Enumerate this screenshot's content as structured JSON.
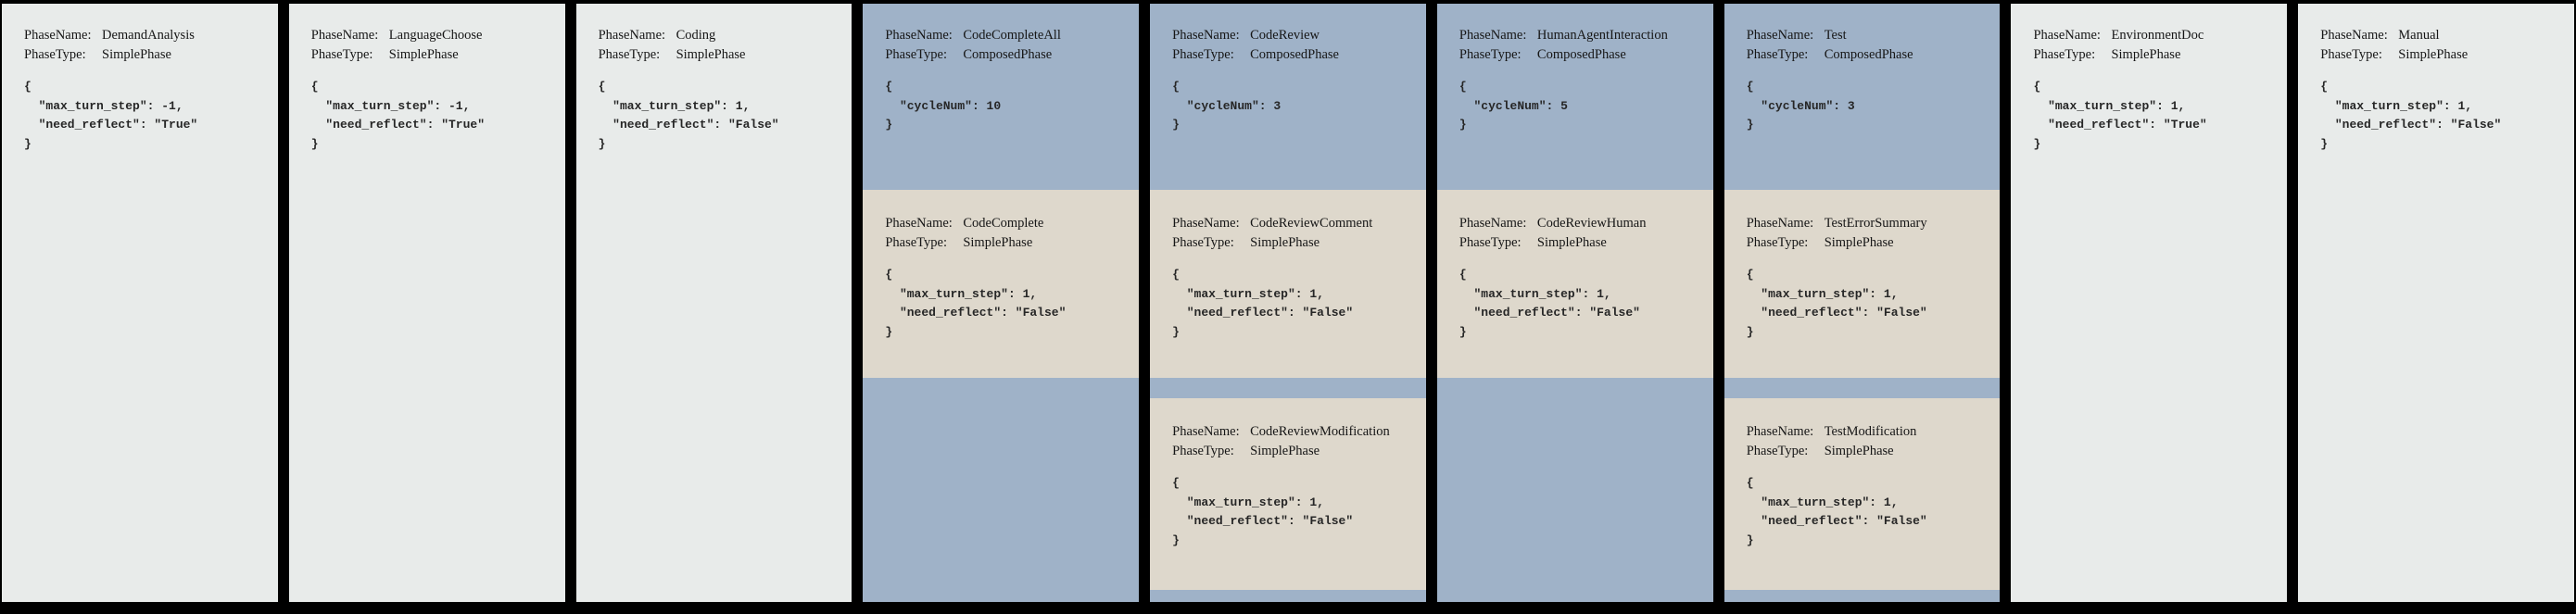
{
  "labels": {
    "phase_name": "PhaseName:",
    "phase_type": "PhaseType:"
  },
  "colors": {
    "frame_bg": "#000000",
    "simple_bg": "#e8ebea",
    "composed_bg": "#9fb2c8",
    "nested_bg": "#ded8cc",
    "text": "#161616"
  },
  "columns": [
    {
      "sections": [
        {
          "name": "DemandAnalysis",
          "phase_type": "SimplePhase",
          "config": [
            "{",
            "  \"max_turn_step\": -1,",
            "  \"need_reflect\": \"True\"",
            "}"
          ]
        }
      ]
    },
    {
      "sections": [
        {
          "name": "LanguageChoose",
          "phase_type": "SimplePhase",
          "config": [
            "{",
            "  \"max_turn_step\": -1,",
            "  \"need_reflect\": \"True\"",
            "}"
          ]
        }
      ]
    },
    {
      "sections": [
        {
          "name": "Coding",
          "phase_type": "SimplePhase",
          "config": [
            "{",
            "  \"max_turn_step\": 1,",
            "  \"need_reflect\": \"False\"",
            "}"
          ]
        }
      ]
    },
    {
      "sections": [
        {
          "name": "CodeCompleteAll",
          "phase_type": "ComposedPhase",
          "config": [
            "{",
            "  \"cycleNum\": 10",
            "}"
          ]
        },
        {
          "name": "CodeComplete",
          "phase_type": "SimplePhase",
          "config": [
            "{",
            "  \"max_turn_step\": 1,",
            "  \"need_reflect\": \"False\"",
            "}"
          ]
        }
      ]
    },
    {
      "sections": [
        {
          "name": "CodeReview",
          "phase_type": "ComposedPhase",
          "config": [
            "{",
            "  \"cycleNum\": 3",
            "}"
          ]
        },
        {
          "name": "CodeReviewComment",
          "phase_type": "SimplePhase",
          "config": [
            "{",
            "  \"max_turn_step\": 1,",
            "  \"need_reflect\": \"False\"",
            "}"
          ]
        },
        {
          "name": "CodeReviewModification",
          "phase_type": "SimplePhase",
          "config": [
            "{",
            "  \"max_turn_step\": 1,",
            "  \"need_reflect\": \"False\"",
            "}"
          ]
        }
      ]
    },
    {
      "sections": [
        {
          "name": "HumanAgentInteraction",
          "phase_type": "ComposedPhase",
          "config": [
            "{",
            "  \"cycleNum\": 5",
            "}"
          ]
        },
        {
          "name": "CodeReviewHuman",
          "phase_type": "SimplePhase",
          "config": [
            "{",
            "  \"max_turn_step\": 1,",
            "  \"need_reflect\": \"False\"",
            "}"
          ]
        }
      ]
    },
    {
      "sections": [
        {
          "name": "Test",
          "phase_type": "ComposedPhase",
          "config": [
            "{",
            "  \"cycleNum\": 3",
            "}"
          ]
        },
        {
          "name": "TestErrorSummary",
          "phase_type": "SimplePhase",
          "config": [
            "{",
            "  \"max_turn_step\": 1,",
            "  \"need_reflect\": \"False\"",
            "}"
          ]
        },
        {
          "name": "TestModification",
          "phase_type": "SimplePhase",
          "config": [
            "{",
            "  \"max_turn_step\": 1,",
            "  \"need_reflect\": \"False\"",
            "}"
          ]
        }
      ]
    },
    {
      "sections": [
        {
          "name": "EnvironmentDoc",
          "phase_type": "SimplePhase",
          "config": [
            "{",
            "  \"max_turn_step\": 1,",
            "  \"need_reflect\": \"True\"",
            "}"
          ]
        }
      ]
    },
    {
      "sections": [
        {
          "name": "Manual",
          "phase_type": "SimplePhase",
          "config": [
            "{",
            "  \"max_turn_step\": 1,",
            "  \"need_reflect\": \"False\"",
            "}"
          ]
        }
      ]
    }
  ]
}
